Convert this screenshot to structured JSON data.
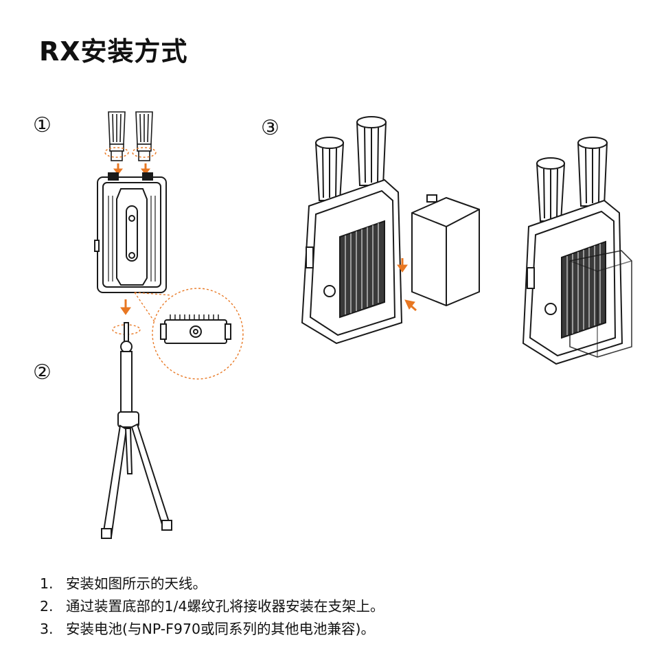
{
  "title": "RX安装方式",
  "steps": {
    "s1": "①",
    "s2": "②",
    "s3": "③"
  },
  "instructions": [
    {
      "num": "1.",
      "text": "安装如图所示的天线。"
    },
    {
      "num": "2.",
      "text": "通过装置底部的1/4螺纹孔将接收器安装在支架上。"
    },
    {
      "num": "3.",
      "text": "安装电池(与NP-F970或同系列的其他电池兼容)。"
    }
  ],
  "colors": {
    "accent": "#E87722",
    "line": "#1a1a1a",
    "fill_dark": "#3a3a3a",
    "fill_light": "#f2f2f2"
  },
  "icons": [
    "antenna-icon",
    "arrow-down-icon",
    "receiver-device-icon",
    "thread-mount-detail-icon",
    "tripod-icon",
    "battery-icon",
    "arrow-diagonal-icon"
  ]
}
